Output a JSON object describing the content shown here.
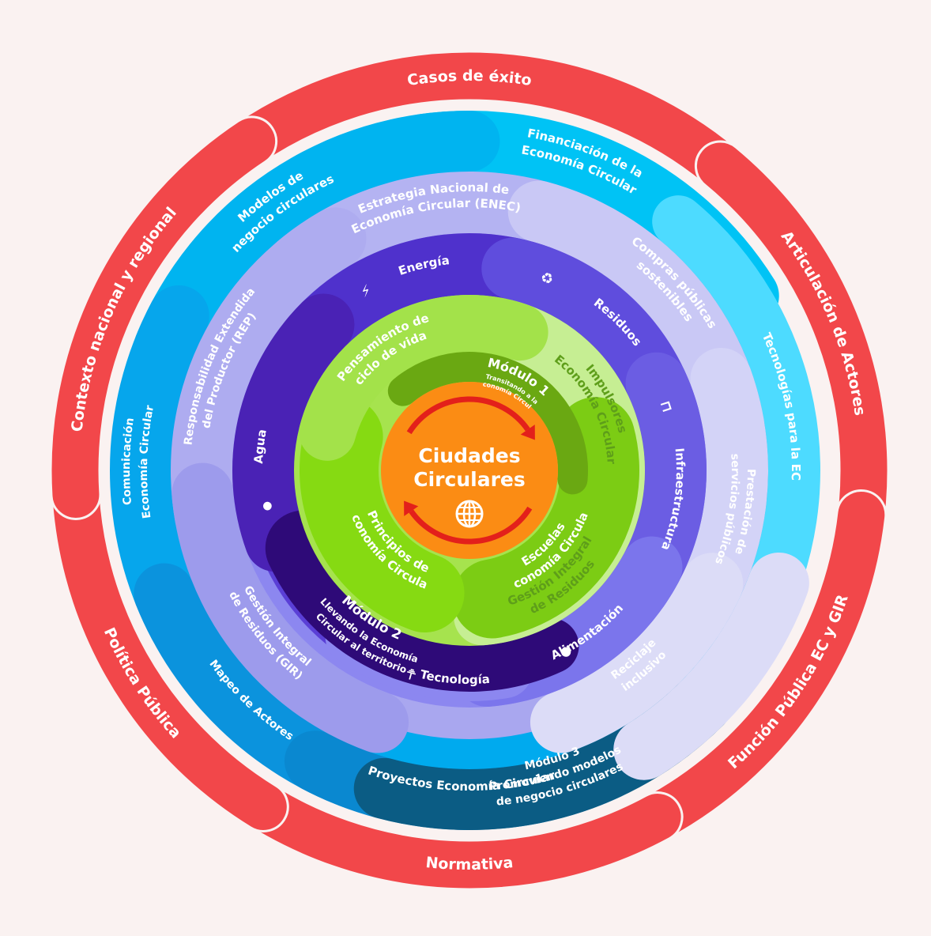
{
  "title": "Ciudades Circulares",
  "colors": {
    "background": "#faf2f1",
    "red_ring": "#f2474a",
    "red_ring_outline": "#faf2f1",
    "blue_ring_light": "#00c3f5",
    "blue_ring_mid": "#00aaee",
    "blue_ring_dark": "#0a88d0",
    "blue_ring_teal": "#0b5c84",
    "cyan_ring": "#4ddbff",
    "lavender_ring": "#a9a7ef",
    "lavender_ring_light": "#c9c8f5",
    "lavender_ring_pale": "#dcdcf7",
    "purple_ring": "#5a3fd6",
    "purple_ring_dark": "#4a22b5",
    "purple_ring_deep": "#2e0a78",
    "purple_ring_mid": "#6b5de3",
    "purple_ring_light": "#8c87f0",
    "green_light": "#a6e34e",
    "green_pale": "#c6ee93",
    "green_mid": "#7ccc14",
    "green_dark": "#6aa812",
    "orange_core": "#fb8c14",
    "arrow_red": "#e3201b",
    "green_text": "#5e9e1a"
  },
  "outer_ring": {
    "segments": [
      {
        "label": "Casos de éxito"
      },
      {
        "label": "Articulación de Actores"
      },
      {
        "label": "Función Pública EC y GIR"
      },
      {
        "label": "Normativa"
      },
      {
        "label": "Política Pública"
      },
      {
        "label": "Contexto nacional y regional"
      }
    ]
  },
  "blue_ring": {
    "items": [
      {
        "lines": [
          "Financiación de la",
          "Economía Circular"
        ]
      },
      {
        "lines": [
          "Tecnologías para la EC"
        ]
      },
      {
        "lines": [
          "Modelos de",
          "negocio circulares"
        ]
      },
      {
        "lines": [
          "Comunicación",
          "Economía Circular"
        ]
      },
      {
        "lines": [
          "Mapeo de Actores"
        ]
      },
      {
        "lines": [
          "Proyectos Economía Circular"
        ]
      },
      {
        "lines": [
          "Módulo 3",
          "Promoviendo  modelos",
          "de negocio circulares"
        ]
      }
    ]
  },
  "lavender_ring": {
    "items": [
      {
        "lines": [
          "Estrategia Nacional de",
          "Economía Circular (ENEC)"
        ]
      },
      {
        "lines": [
          "Compras públicas",
          "sostenibles"
        ]
      },
      {
        "lines": [
          "Prestación de",
          "servicios públicos"
        ]
      },
      {
        "lines": [
          "Reciclaje",
          "inclusivo"
        ]
      },
      {
        "lines": [
          "Responsabilidad Extendida",
          "del Productor (REP)"
        ]
      },
      {
        "lines": [
          "Gestión Integral",
          "de Residuos (GIR)"
        ]
      }
    ]
  },
  "purple_ring": {
    "items": [
      {
        "label": "Energía",
        "icon": "lightning-icon"
      },
      {
        "label": "Residuos",
        "icon": "recycle-bin-icon"
      },
      {
        "label": "Infraestructura",
        "icon": "bridge-icon"
      },
      {
        "label": "Alimentación",
        "icon": "food-icon"
      },
      {
        "label": "Tecnología",
        "icon": "plug-icon"
      },
      {
        "label": "Agua",
        "icon": "water-drop-icon"
      }
    ],
    "module2": {
      "title": "Módulo 2",
      "lines": [
        "Llevando la Economía",
        "Circular al territorio"
      ]
    }
  },
  "green_ring": {
    "items": [
      {
        "lines": [
          "Pensamiento de",
          "ciclo de vida"
        ]
      },
      {
        "lines": [
          "Impulsores",
          "Economía Circular"
        ]
      },
      {
        "lines": [
          "Gestión Integral",
          "de Residuos"
        ]
      },
      {
        "lines": [
          "Escuelas",
          "Economía Circular"
        ]
      },
      {
        "lines": [
          "Principios de",
          "Economía Circular"
        ]
      }
    ],
    "module1": {
      "title": "Módulo 1",
      "lines": [
        "Transitando a la",
        "Economía Circular"
      ]
    }
  },
  "core": {
    "lines": [
      "Ciudades",
      "Circulares"
    ],
    "icon": "globe-icon"
  }
}
